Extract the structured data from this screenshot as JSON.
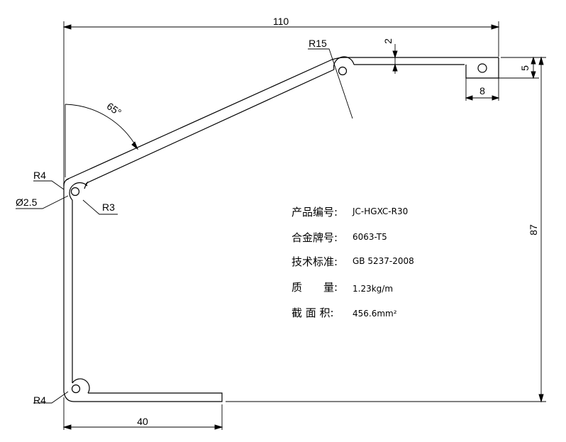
{
  "dimensions": {
    "overall_width": "110",
    "overall_height": "87",
    "bottom_length": "40",
    "bend_radius_top": "R15",
    "lip_thickness": "2",
    "lip_height": "5",
    "lip_width": "8",
    "angle": "65°",
    "radius_r4_top": "R4",
    "hole_diameter": "Ø2.5",
    "radius_r3": "R3",
    "radius_r4_bottom": "R4"
  },
  "specs": [
    {
      "label": "产品编号:",
      "value": "JC-HGXC-R30"
    },
    {
      "label": "合金牌号:",
      "value": "6063-T5"
    },
    {
      "label": "技术标准:",
      "value": "GB 5237-2008"
    },
    {
      "label": "质　　量:",
      "value": "1.23kg/m"
    },
    {
      "label": "截 面 积:",
      "value": "456.6mm²"
    }
  ]
}
